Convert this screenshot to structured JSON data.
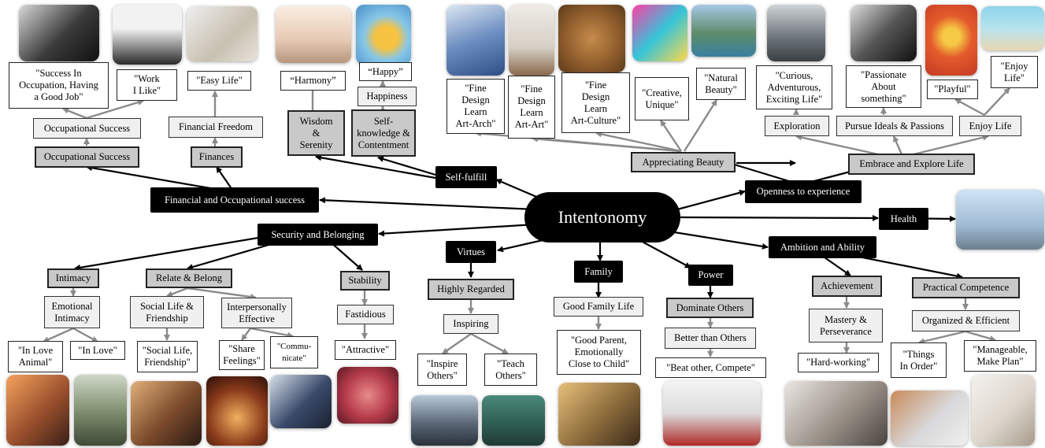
{
  "central": "Intentonomy",
  "categories": {
    "self_fulfill": "Self-fulfill",
    "fin_occ": "Financial and Occupational success",
    "openness": "Openness to experience",
    "health": "Health",
    "security": "Security and Belonging",
    "virtues": "Virtues",
    "family": "Family",
    "power": "Power",
    "ambition": "Ambition and Ability"
  },
  "nodes": {
    "wisdom": "Wisdom\n&\nSerenity",
    "selfknow": "Self-\nknowledge &\nContentment",
    "happiness": "Happiness",
    "harmony": "“Harmony”",
    "happy": "“Happy”",
    "occ_succ_grey": "Occupational Success",
    "occ_succ": "Occupational Success",
    "occ_quote": "\"Success In\nOccupation, Having\na Good Job\"",
    "work_like": "\"Work\nI Like\"",
    "finances": "Finances",
    "fin_freedom": "Financial Freedom",
    "easy_life": "\"Easy Life\"",
    "fd_arch": "\"Fine\nDesign\nLearn\nArt-Arch\"",
    "fd_art": "\"Fine\nDesign\nLearn\nArt-Art\"",
    "fd_culture": "\"Fine\nDesign\nLearn\nArt-Culture\"",
    "creative": "\"Creative,\nUnique\"",
    "natural": "\"Natural\nBeauty\"",
    "appreciating": "Appreciating Beauty",
    "curious": "\"Curious,\nAdventurous,\nExciting Life\"",
    "passionate": "\"Passionate\nAbout\nsomething\"",
    "playful": "\"Playful\"",
    "enjoy_life_q": "\"Enjoy\nLife\"",
    "exploration": "Exploration",
    "pursue": "Pursue Ideals & Passions",
    "enjoy_life": "Enjoy Life",
    "embrace": "Embrace and Explore Life",
    "intimacy": "Intimacy",
    "relate": "Relate & Belong",
    "stability": "Stability",
    "emo_intimacy": "Emotional\nIntimacy",
    "social_life": "Social Life &\nFriendship",
    "interpersonal": "Interpersonally\nEffective",
    "fastidious": "Fastidious",
    "love_animal": "\"In Love\nAnimal\"",
    "in_love": "\"In Love\"",
    "social_q": "\"Social Life,\nFriendship\"",
    "share": "\"Share\nFeelings\"",
    "communicate": "\"Commu-\nnicate\"",
    "attractive": "\"Attractive\"",
    "highly": "Highly Regarded",
    "inspiring": "Inspiring",
    "inspire_others": "\"Inspire\nOthers\"",
    "teach_others": "\"Teach\nOthers\"",
    "good_family": "Good Family Life",
    "good_parent": "\"Good Parent,\nEmotionally\nClose to Child\"",
    "dominate": "Dominate Others",
    "better_than": "Better than Others",
    "beat_other": "\"Beat other, Compete\"",
    "achievement": "Achievement",
    "practical": "Practical Competence",
    "mastery": "Mastery &\nPerseverance",
    "organized": "Organized & Efficient",
    "hard_working": "\"Hard-working\"",
    "things_order": "\"Things\nIn Order\"",
    "manageable": "\"Manageable,\nMake Plan\""
  }
}
